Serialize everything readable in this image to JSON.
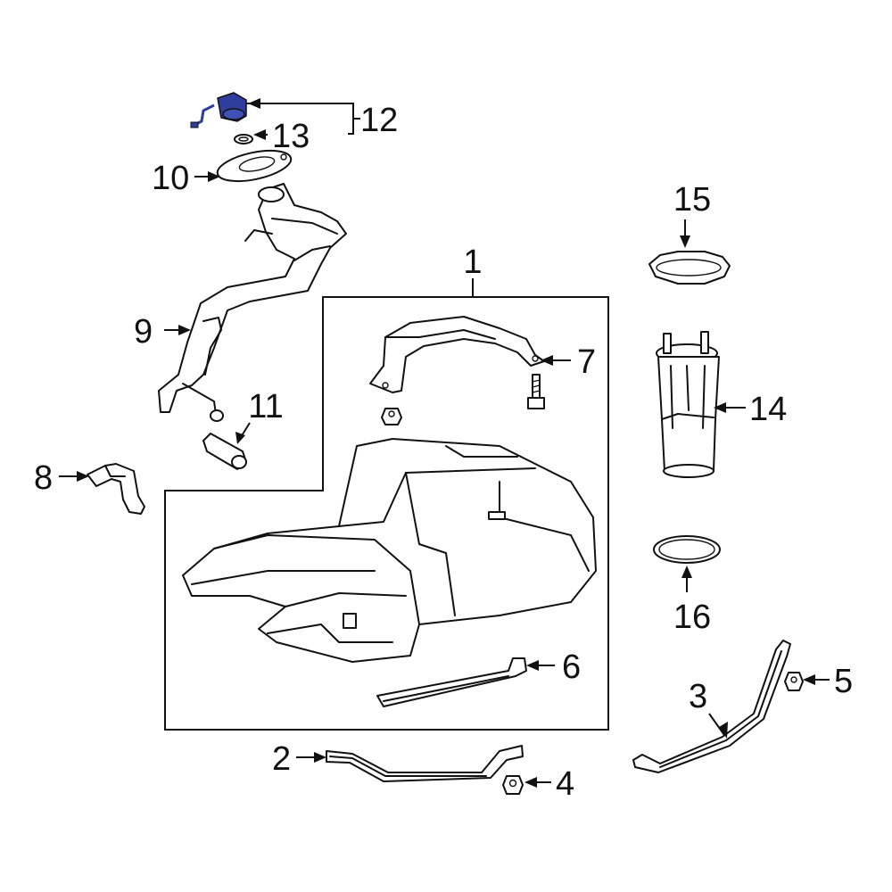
{
  "highlight_color": "#2f3e9e",
  "callouts": {
    "c1": "1",
    "c2": "2",
    "c3": "3",
    "c4": "4",
    "c5": "5",
    "c6": "6",
    "c7": "7",
    "c8": "8",
    "c9": "9",
    "c10": "10",
    "c11": "11",
    "c12": "12",
    "c13": "13",
    "c14": "14",
    "c15": "15",
    "c16": "16"
  }
}
